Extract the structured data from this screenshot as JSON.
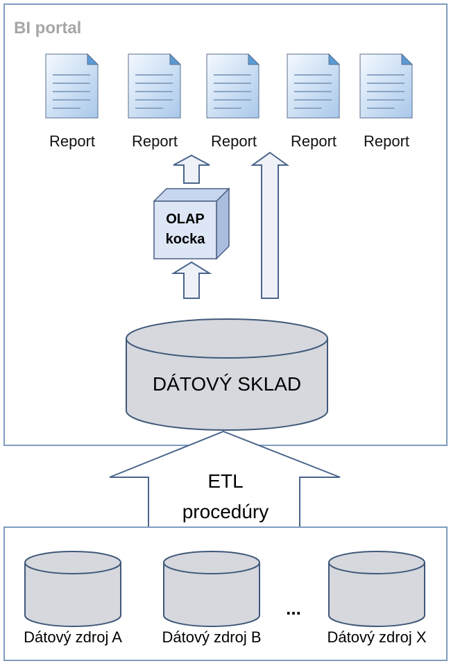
{
  "portal": {
    "title": "BI portal"
  },
  "reports": [
    {
      "label": "Report"
    },
    {
      "label": "Report"
    },
    {
      "label": "Report"
    },
    {
      "label": "Report"
    },
    {
      "label": "Report"
    }
  ],
  "olap": {
    "line1": "OLAP",
    "line2": "kocka"
  },
  "warehouse": {
    "label": "DÁTOVÝ SKLAD"
  },
  "etl": {
    "line1": "ETL",
    "line2": "procedúry"
  },
  "sources": [
    {
      "label": "Dátový zdroj A"
    },
    {
      "label": "Dátový zdroj B"
    },
    {
      "label": "Dátový zdroj X"
    }
  ],
  "ellipsis": "...",
  "colors": {
    "frame": "#7f9bbf",
    "arrow_fill": "#eef1f8",
    "arrow_stroke": "#49648a",
    "cylinder_fill": "#d6d8de",
    "cylinder_stroke": "#3f5878",
    "doc_fill": "#b7d2ee",
    "cube_front": "#dce6f5",
    "cube_side": "#a9bede"
  }
}
